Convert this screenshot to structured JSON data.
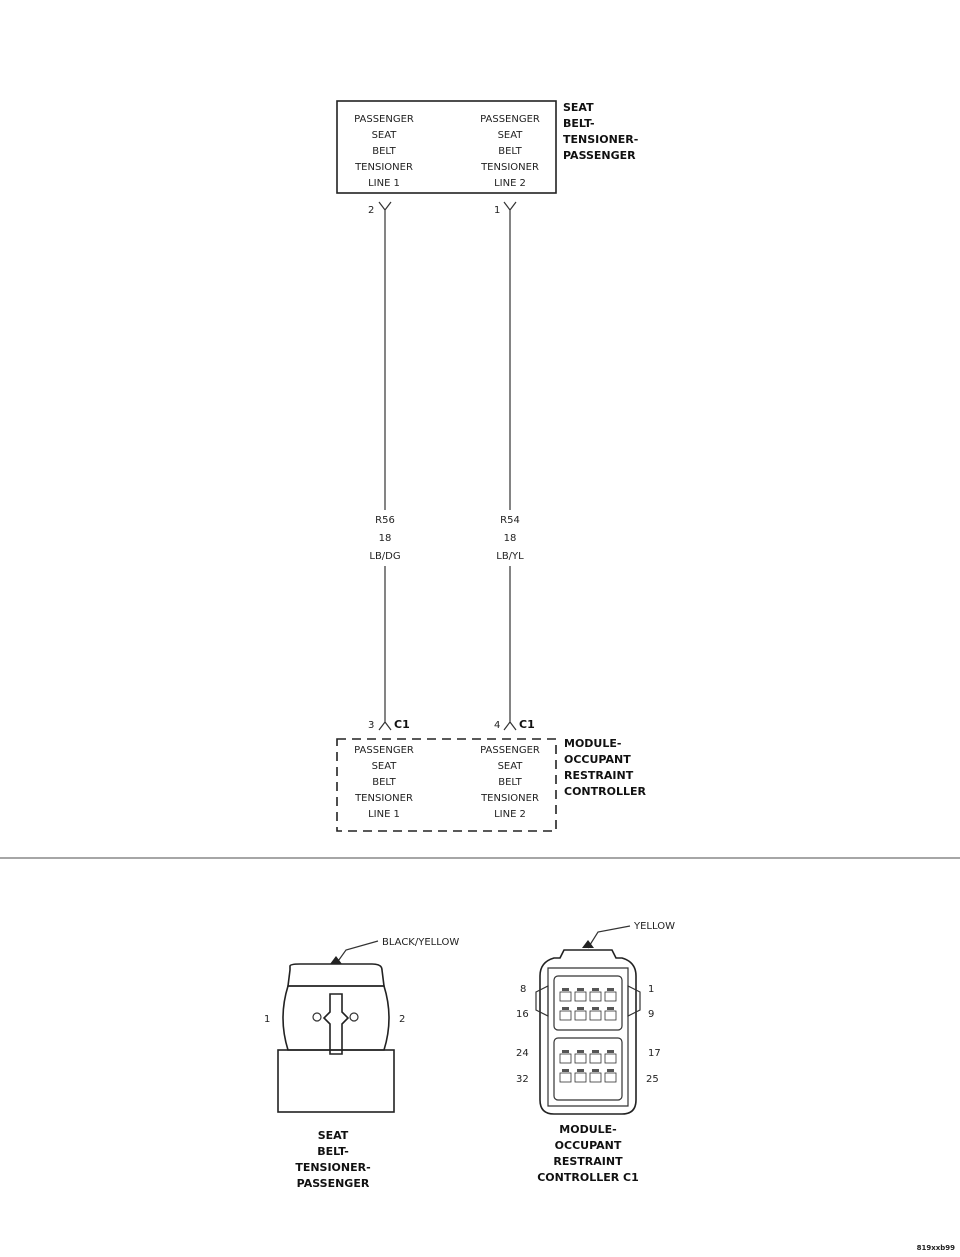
{
  "top_component": {
    "lines": [
      "SEAT",
      "BELT-",
      "TENSIONER-",
      "PASSENGER"
    ],
    "pin_a": [
      "PASSENGER",
      "SEAT",
      "BELT",
      "TENSIONER",
      "LINE 1"
    ],
    "pin_b": [
      "PASSENGER",
      "SEAT",
      "BELT",
      "TENSIONER",
      "LINE 2"
    ],
    "pin_a_num": "2",
    "pin_b_num": "1"
  },
  "wires": [
    {
      "circuit": "R56",
      "gauge": "18",
      "color": "LB/DG"
    },
    {
      "circuit": "R54",
      "gauge": "18",
      "color": "LB/YL"
    }
  ],
  "bottom_component": {
    "lines": [
      "MODULE-",
      "OCCUPANT",
      "RESTRAINT",
      "CONTROLLER"
    ],
    "pin_a": [
      "PASSENGER",
      "SEAT",
      "BELT",
      "TENSIONER",
      "LINE 1"
    ],
    "pin_b": [
      "PASSENGER",
      "SEAT",
      "BELT",
      "TENSIONER",
      "LINE 2"
    ],
    "pin_a_num": "3",
    "pin_b_num": "4",
    "connector": "C1"
  },
  "connector_left": {
    "color_label": "BLACK/YELLOW",
    "pin_left": "1",
    "pin_right": "2",
    "caption": [
      "SEAT",
      "BELT-",
      "TENSIONER-",
      "PASSENGER"
    ]
  },
  "connector_right": {
    "color_label": "YELLOW",
    "pins": {
      "tl": "8",
      "tr": "1",
      "ml": "16",
      "mr": "9",
      "bl1": "24",
      "br1": "17",
      "bl2": "32",
      "br2": "25"
    },
    "caption": [
      "MODULE-",
      "OCCUPANT",
      "RESTRAINT",
      "CONTROLLER C1"
    ]
  },
  "figure_id": "819xxb99"
}
